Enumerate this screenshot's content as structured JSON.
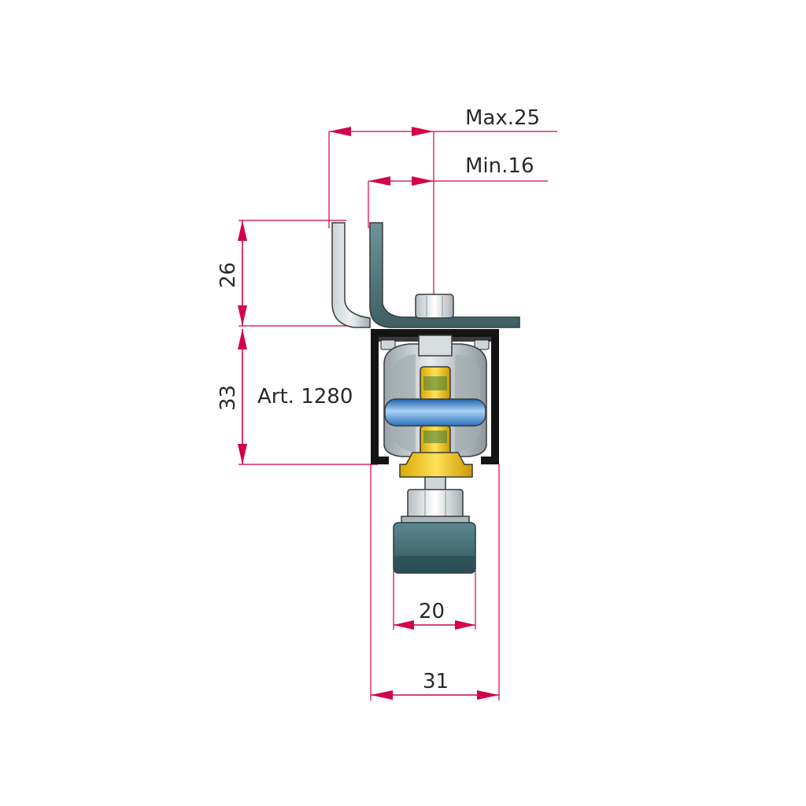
{
  "labels": {
    "max": "Max.25",
    "min": "Min.16",
    "height_top": "26",
    "height_track": "33",
    "article": "Art. 1280",
    "width_glide": "20",
    "width_track": "31"
  },
  "colors": {
    "dimension": "#d4004a",
    "bracket_steel": "#4d7479",
    "track_black": "#1a1a1a",
    "glide_body": "#3e6a72",
    "axle_blue": "#3d8fd6",
    "roller_grey": "#b8bfc4",
    "bearing_yellow": "#f2c400"
  }
}
